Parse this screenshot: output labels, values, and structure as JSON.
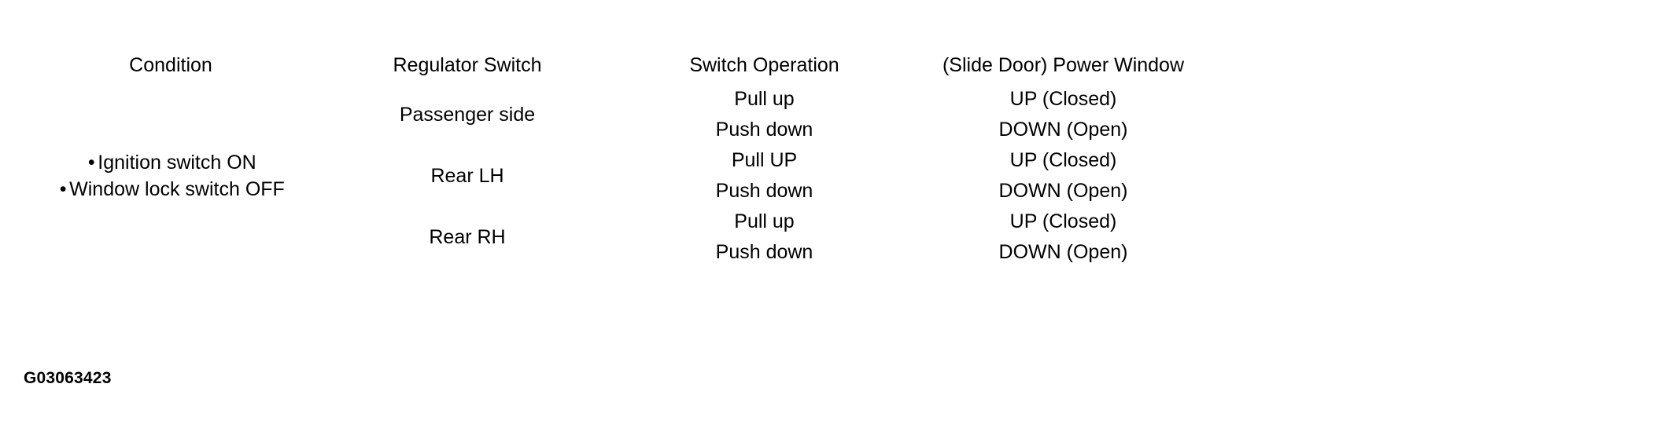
{
  "table": {
    "columns": [
      {
        "key": "condition",
        "label": "Condition"
      },
      {
        "key": "regulator",
        "label": "Regulator Switch"
      },
      {
        "key": "operation",
        "label": "Switch Operation"
      },
      {
        "key": "window",
        "label": "(Slide Door) Power Window"
      }
    ],
    "condition": {
      "bullet": "•",
      "items": [
        "Ignition switch ON",
        "Window lock switch OFF"
      ]
    },
    "groups": [
      {
        "regulator": "Passenger side",
        "rows": [
          {
            "operation": "Pull up",
            "window": "UP (Closed)"
          },
          {
            "operation": "Push down",
            "window": "DOWN (Open)"
          }
        ]
      },
      {
        "regulator": "Rear LH",
        "rows": [
          {
            "operation": "Pull UP",
            "window": "UP (Closed)"
          },
          {
            "operation": "Push down",
            "window": "DOWN (Open)"
          }
        ]
      },
      {
        "regulator": "Rear RH",
        "rows": [
          {
            "operation": "Pull up",
            "window": "UP (Closed)"
          },
          {
            "operation": "Push down",
            "window": "DOWN (Open)"
          }
        ]
      }
    ]
  },
  "caption": "G03063423",
  "colors": {
    "ink": "#000000",
    "paper": "#ffffff"
  }
}
